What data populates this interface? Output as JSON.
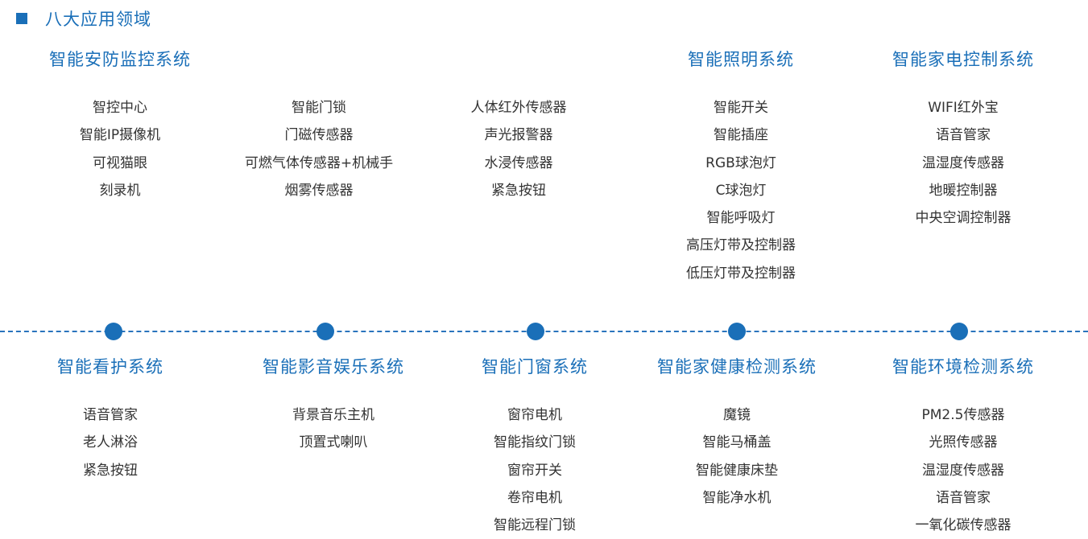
{
  "header": {
    "title": "八大应用领域",
    "accent": "#1a6fb8"
  },
  "top_columns": [
    {
      "title": "智能安防监控系统",
      "items": [
        "智控中心",
        "智能IP摄像机",
        "可视猫眼",
        "刻录机"
      ]
    },
    {
      "title": "",
      "items": [
        "智能门锁",
        "门磁传感器",
        "可燃气体传感器+机械手",
        "烟雾传感器"
      ]
    },
    {
      "title": "",
      "items": [
        "人体红外传感器",
        "声光报警器",
        "水浸传感器",
        "紧急按钮"
      ]
    },
    {
      "title": "智能照明系统",
      "items": [
        "智能开关",
        "智能插座",
        "RGB球泡灯",
        "C球泡灯",
        "智能呼吸灯",
        "高压灯带及控制器",
        "低压灯带及控制器"
      ]
    },
    {
      "title": "智能家电控制系统",
      "items": [
        "WIFI红外宝",
        "语音管家",
        "温湿度传感器",
        "地暖控制器",
        "中央空调控制器"
      ]
    }
  ],
  "bottom_columns": [
    {
      "title": "智能看护系统",
      "items": [
        "语音管家",
        "老人淋浴",
        "紧急按钮"
      ]
    },
    {
      "title": "智能影音娱乐系统",
      "items": [
        "背景音乐主机",
        "顶置式喇叭"
      ]
    },
    {
      "title": "智能门窗系统",
      "items": [
        "窗帘电机",
        "智能指纹门锁",
        "窗帘开关",
        "卷帘电机",
        "智能远程门锁"
      ]
    },
    {
      "title": "智能家健康检测系统",
      "items": [
        "魔镜",
        "智能马桶盖",
        "智能健康床垫",
        "智能净水机"
      ]
    },
    {
      "title": "智能环境检测系统",
      "items": [
        "PM2.5传感器",
        "光照传感器",
        "温湿度传感器",
        "语音管家",
        "一氧化碳传感器"
      ]
    }
  ]
}
